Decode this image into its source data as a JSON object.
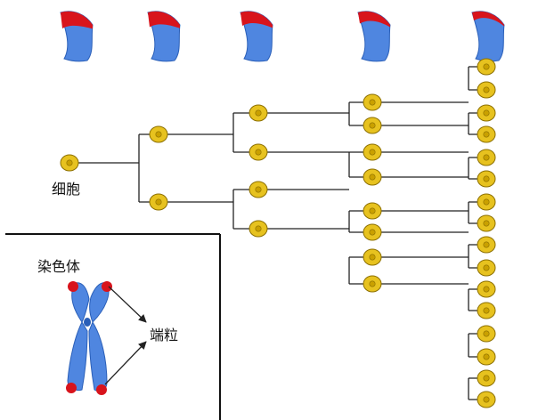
{
  "labels": {
    "cell": "细胞",
    "chromosome": "染色体",
    "telomere": "端粒"
  },
  "generations": [
    {
      "level": 0,
      "cells": 1
    },
    {
      "level": 1,
      "cells": 2
    },
    {
      "level": 2,
      "cells": 4
    },
    {
      "level": 3,
      "cells": 8
    },
    {
      "level": 4,
      "cells": 16
    }
  ],
  "telomere_remaining": [
    1.0,
    0.85,
    0.7,
    0.45,
    0.1
  ],
  "colors": {
    "chromosome": "#4f86e0",
    "chromosome_stroke": "#2a5fb8",
    "telomere": "#d8141c",
    "cell_fill": "#e7c21f",
    "cell_stroke": "#8c6f00",
    "cell_nucleus": "#c9a000",
    "line": "#222222"
  }
}
